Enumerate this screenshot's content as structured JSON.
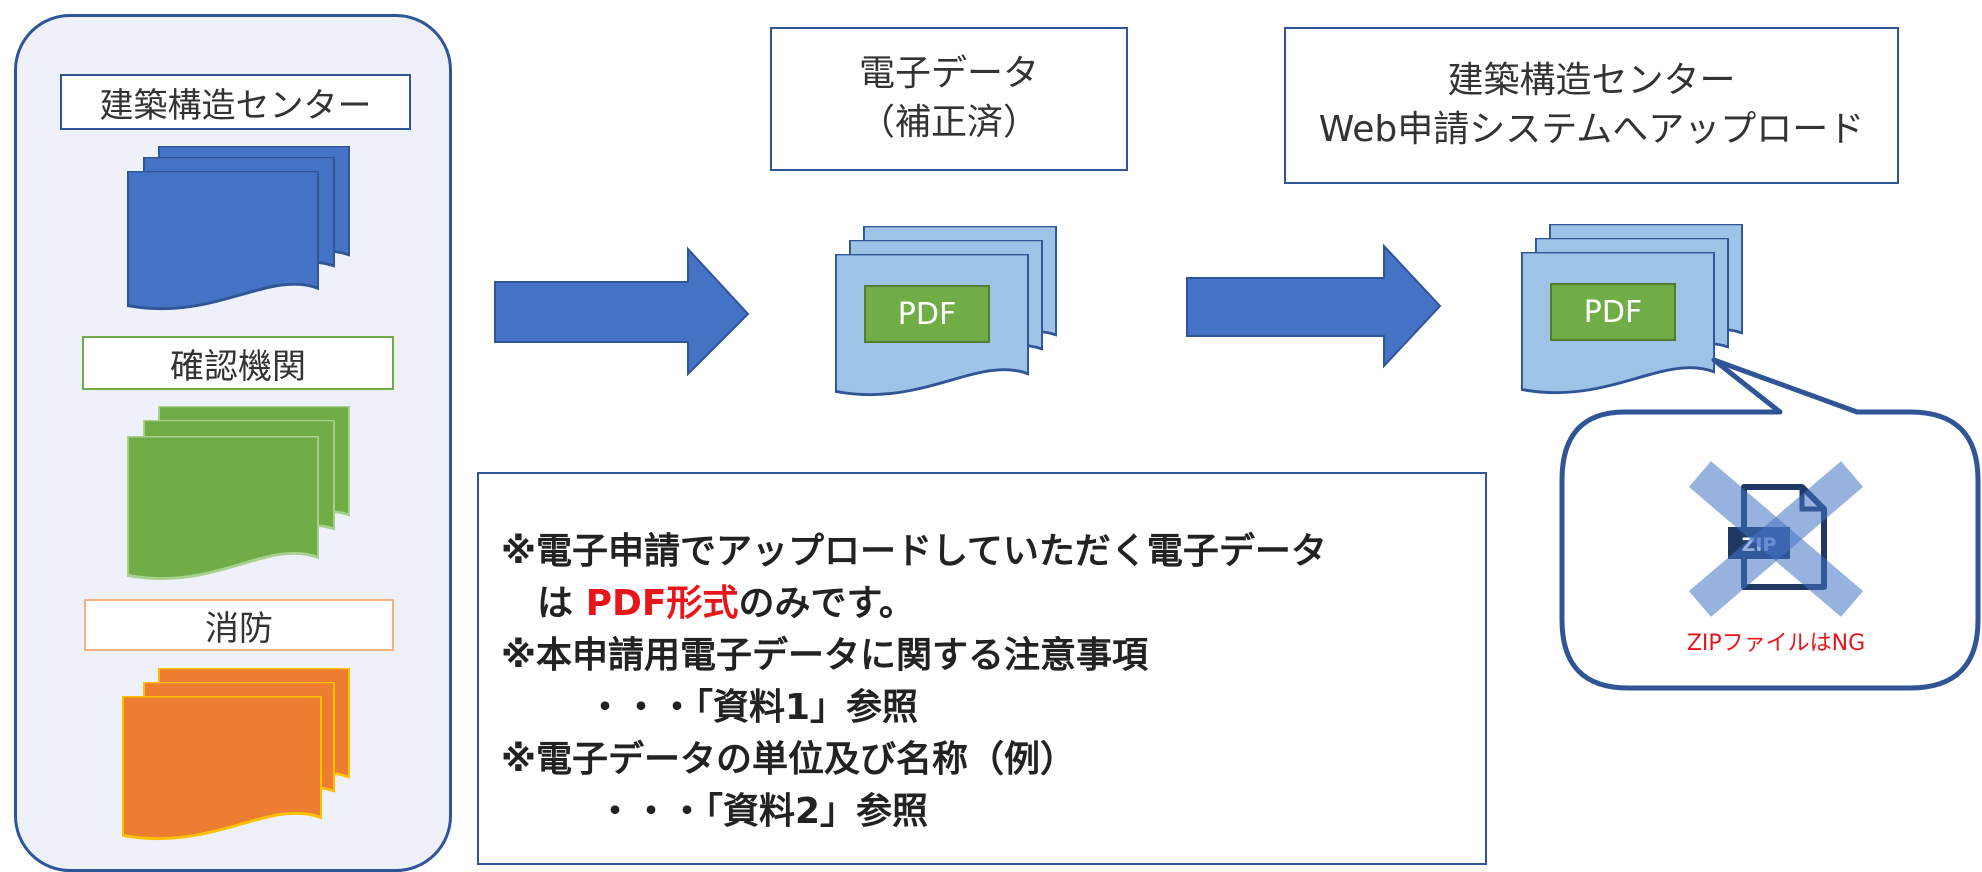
{
  "left_panel": {
    "section1_label": "建築構造センター",
    "section2_label": "確認機関",
    "section3_label": "消防"
  },
  "step1_box": {
    "line1": "電子データ",
    "line2": "（補正済）"
  },
  "step2_box": {
    "line1": "建築構造センター",
    "line2": "Web申請システムへアップロード"
  },
  "pdf_label": "PDF",
  "zip_badge": "ZIP",
  "ng_caption": "ZIPファイルはNG",
  "note": {
    "line1": "※電子申請でアップロードしていただく電子データ",
    "line2_pre": "は",
    "line2_red": "PDF形式",
    "line2_post": "のみです。",
    "line3": "※本申請用電子データに関する注意事項",
    "line4": "・・・「資料1」参照",
    "line5": "※電子データの単位及び名称（例）",
    "line6": "・・・「資料2」参照"
  },
  "colors": {
    "blue_doc": "#4472c4",
    "green_doc": "#70ad47",
    "orange_doc": "#ed7d31",
    "light_blue_doc": "#9dc3e6",
    "pdf_badge": "#70ad47",
    "arrow": "#4472c4",
    "border": "#2f5597",
    "ng_red": "#e8161b"
  }
}
